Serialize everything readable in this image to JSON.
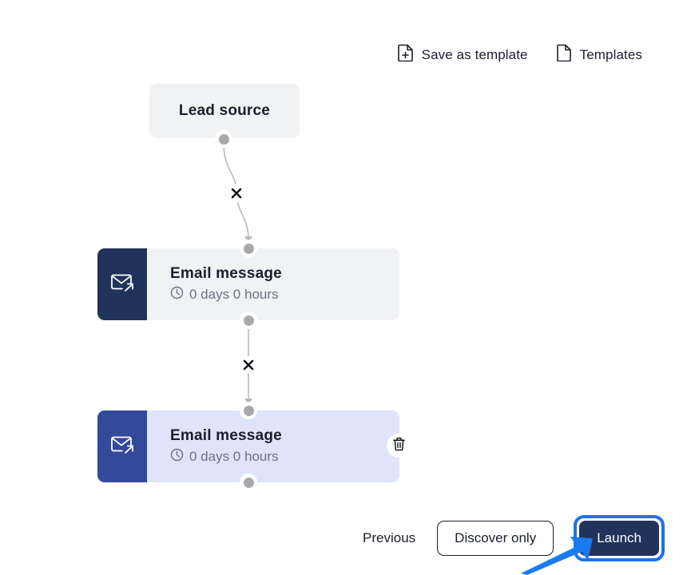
{
  "toolbar": {
    "items": [
      {
        "label": "Save as template",
        "icon": "document-plus-icon"
      },
      {
        "label": "Templates",
        "icon": "document-icon"
      }
    ]
  },
  "flow": {
    "nodes": [
      {
        "id": "lead-source",
        "type": "trigger",
        "title": "Lead source",
        "selected": false,
        "body_color": "#f1f2f4"
      },
      {
        "id": "email-message-1",
        "type": "email",
        "title": "Email message",
        "delay": "0 days 0 hours",
        "icon": "email-send-icon",
        "delay_icon": "clock-icon",
        "selected": false,
        "body_color": "#f1f2f4",
        "panel_color": "#21325b"
      },
      {
        "id": "email-message-2",
        "type": "email",
        "title": "Email message",
        "delay": "0 days 0 hours",
        "icon": "email-send-icon",
        "delay_icon": "clock-icon",
        "selected": true,
        "body_color": "#e0e4fb",
        "panel_color": "#33499a"
      }
    ],
    "connectors": [
      {
        "from": "lead-source",
        "to": "email-message-1",
        "shape": "curve",
        "remove_icon": "x-icon"
      },
      {
        "from": "email-message-1",
        "to": "email-message-2",
        "shape": "straight",
        "remove_icon": "x-icon"
      }
    ],
    "node_actions": {
      "delete_label": "delete-node",
      "delete_icon": "trash-icon"
    }
  },
  "actions": {
    "previous_label": "Previous",
    "discover_label": "Discover only",
    "launch_label": "Launch"
  },
  "annotations": {
    "highlight_color": "#1a73e8",
    "arrow_target": "Launch"
  },
  "colors": {
    "navy": "#21325b",
    "indigo": "#33499a",
    "selected_body": "#e0e4fb",
    "neutral_body": "#f1f2f4",
    "handle": "#a8a9ad",
    "accent": "#1a73e8"
  }
}
